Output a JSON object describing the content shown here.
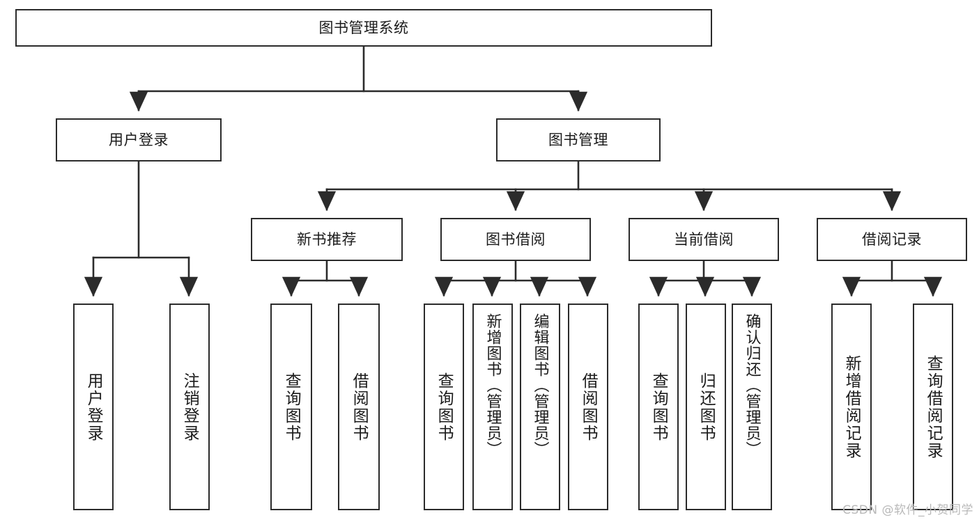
{
  "diagram": {
    "title": "图书管理系统",
    "type": "tree",
    "root": {
      "id": "root",
      "label": "图书管理系统",
      "orientation": "horizontal"
    },
    "level1": [
      {
        "id": "user-login",
        "label": "用户登录",
        "orientation": "horizontal"
      },
      {
        "id": "book-manage",
        "label": "图书管理",
        "orientation": "horizontal"
      }
    ],
    "level2": [
      {
        "id": "new-book-recommend",
        "label": "新书推荐",
        "parent": "book-manage"
      },
      {
        "id": "book-borrow",
        "label": "图书借阅",
        "parent": "book-manage"
      },
      {
        "id": "current-borrow",
        "label": "当前借阅",
        "parent": "book-manage"
      },
      {
        "id": "borrow-record",
        "label": "借阅记录",
        "parent": "book-manage"
      }
    ],
    "leaves": [
      {
        "id": "leaf-user-login",
        "label": "用户登录",
        "parent": "user-login"
      },
      {
        "id": "leaf-logout-login",
        "label": "注销登录",
        "parent": "user-login"
      },
      {
        "id": "leaf-query-book-1",
        "label": "查询图书",
        "parent": "new-book-recommend"
      },
      {
        "id": "leaf-borrow-book-1",
        "label": "借阅图书",
        "parent": "new-book-recommend"
      },
      {
        "id": "leaf-query-book-2",
        "label": "查询图书",
        "parent": "book-borrow"
      },
      {
        "id": "leaf-add-book",
        "label": "新增图书（管理员）",
        "parent": "book-borrow"
      },
      {
        "id": "leaf-edit-book",
        "label": "编辑图书（管理员）",
        "parent": "book-borrow"
      },
      {
        "id": "leaf-borrow-book-2",
        "label": "借阅图书",
        "parent": "book-borrow"
      },
      {
        "id": "leaf-query-book-3",
        "label": "查询图书",
        "parent": "current-borrow"
      },
      {
        "id": "leaf-return-book",
        "label": "归还图书",
        "parent": "current-borrow"
      },
      {
        "id": "leaf-confirm-return",
        "label": "确认归还（管理员）",
        "parent": "current-borrow"
      },
      {
        "id": "leaf-add-record",
        "label": "新增借阅记录",
        "parent": "borrow-record"
      },
      {
        "id": "leaf-query-record",
        "label": "查询借阅记录",
        "parent": "borrow-record"
      }
    ],
    "colors": {
      "stroke": "#2b2b2b",
      "fill": "#ffffff",
      "text": "#1b1b1b",
      "watermark": "#b9b9b9"
    }
  },
  "watermark": {
    "text": "CSDN @软件_小贺同学"
  }
}
